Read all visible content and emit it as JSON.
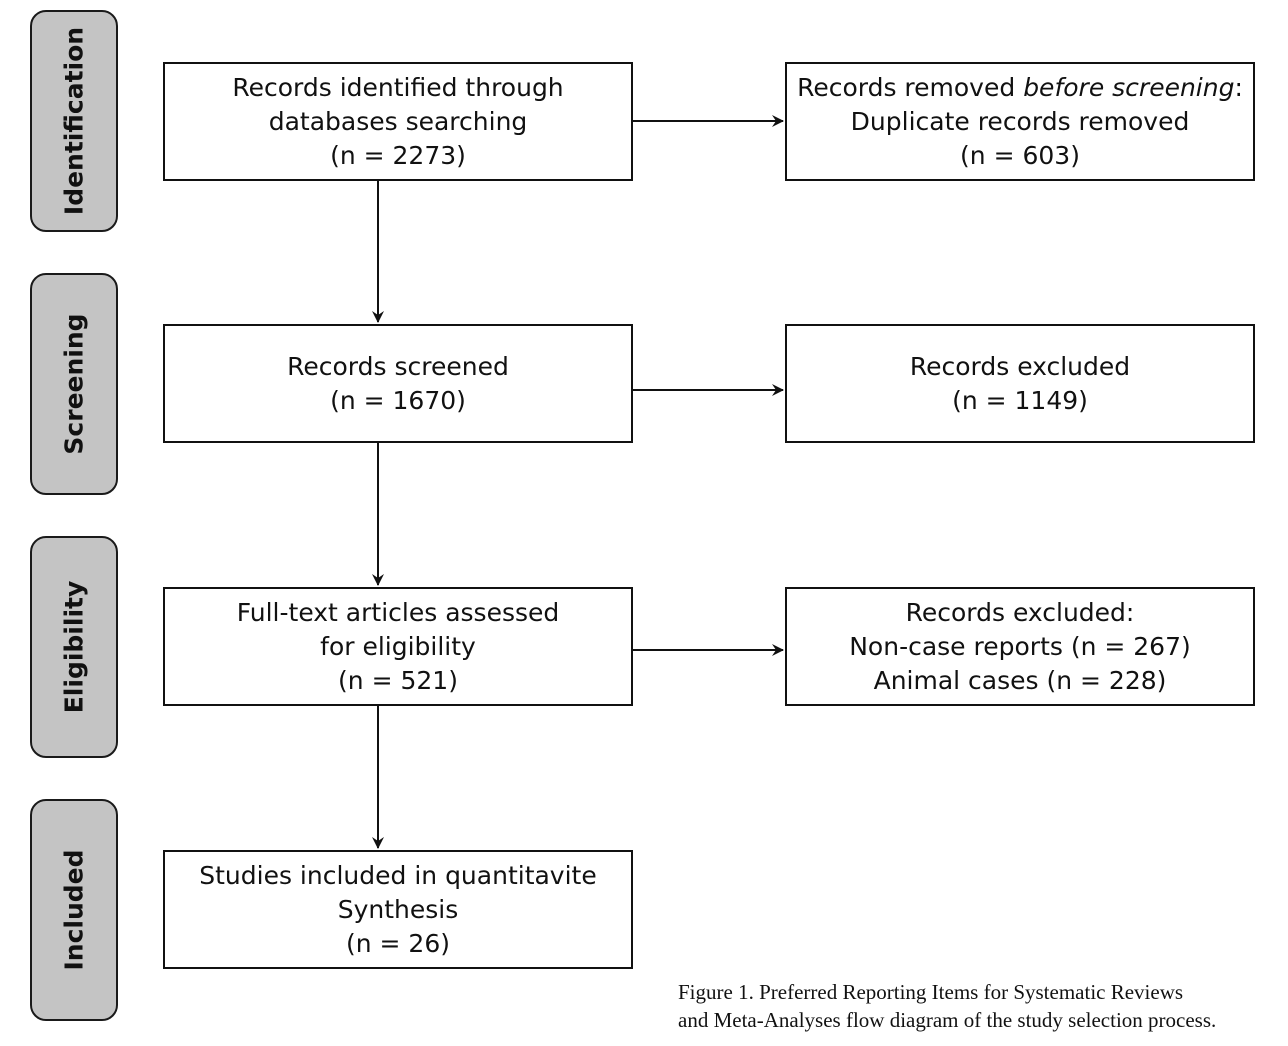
{
  "phases": [
    "Identification",
    "Screening",
    "Eligibility",
    "Included"
  ],
  "boxes": {
    "identified": {
      "line1": "Records identified through",
      "line2": "databases searching",
      "line3": "(n = 2273)"
    },
    "removed": {
      "line1_prefix": "Records removed ",
      "line1_emph": "before screening",
      "line1_suffix": ":",
      "line2": "Duplicate records removed",
      "line3": "(n = 603)"
    },
    "screened": {
      "line1": "Records screened",
      "line2": "(n = 1670)"
    },
    "excluded_screening": {
      "line1": "Records excluded",
      "line2": "(n = 1149)"
    },
    "fulltext": {
      "line1": "Full-text articles assessed",
      "line2": "for eligibility",
      "line3": "(n = 521)"
    },
    "excluded_eligibility": {
      "line1": "Records excluded:",
      "line2": "Non-case reports (n = 267)",
      "line3": "Animal cases (n = 228)"
    },
    "included": {
      "line1": "Studies included in quantitavite",
      "line2": "Synthesis",
      "line3": "(n = 26)"
    }
  },
  "caption": {
    "line1": "Figure 1. Preferred Reporting Items for Systematic Reviews",
    "line2": "and Meta-Analyses flow diagram of the study selection process."
  }
}
